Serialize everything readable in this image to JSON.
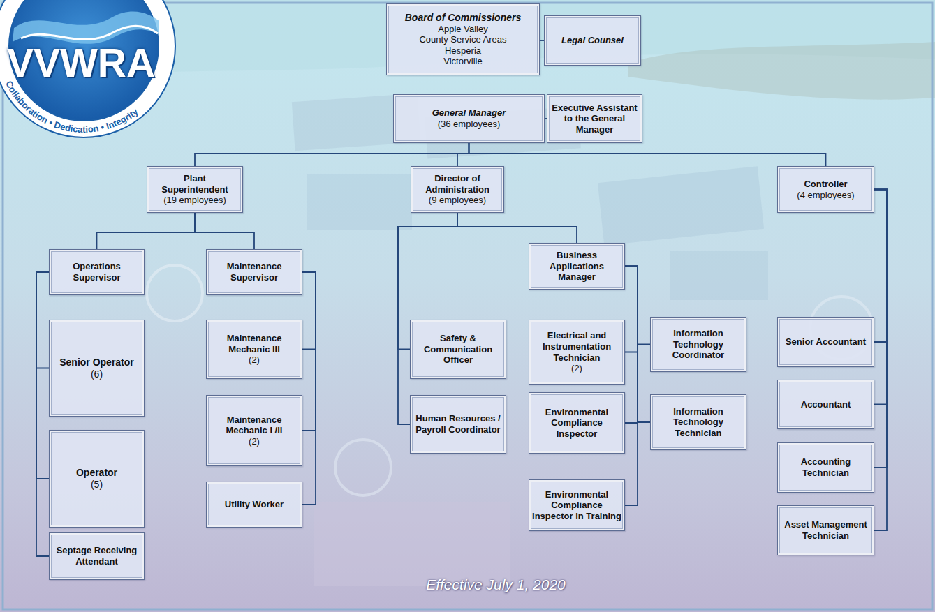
{
  "diagram": {
    "caption": "Effective July 1, 2020",
    "nodes": [
      {
        "text": [
          "Board of Commissioners",
          "Apple Valley",
          "County Service Areas",
          "Hesperia",
          "Victorville"
        ]
      },
      {
        "text": [
          "Legal Counsel"
        ]
      },
      {
        "text": [
          "General Manager",
          "(36 employees)"
        ]
      },
      {
        "text": [
          "Executive Assistant to the General Manager"
        ]
      },
      {
        "text": [
          "Plant Superintendent",
          "(19 employees)"
        ]
      },
      {
        "text": [
          "Director of Administration",
          "(9 employees)"
        ]
      },
      {
        "text": [
          "Controller",
          "(4 employees)"
        ]
      },
      {
        "text": [
          "Operations Supervisor"
        ]
      },
      {
        "text": [
          "Maintenance Supervisor"
        ]
      },
      {
        "text": [
          "Business Applications Manager"
        ]
      },
      {
        "text": [
          "Senior Operator",
          "(6)"
        ]
      },
      {
        "text": [
          "Maintenance Mechanic III",
          "(2)"
        ]
      },
      {
        "text": [
          "Safety & Communication Officer"
        ]
      },
      {
        "text": [
          "Electrical and Instrumentation Technician",
          "(2)"
        ]
      },
      {
        "text": [
          "Information Technology Coordinator"
        ]
      },
      {
        "text": [
          "Senior Accountant"
        ]
      },
      {
        "text": [
          "Operator",
          "(5)"
        ]
      },
      {
        "text": [
          "Maintenance Mechanic I /II",
          "(2)"
        ]
      },
      {
        "text": [
          "Human Resources / Payroll Coordinator"
        ]
      },
      {
        "text": [
          "Environmental Compliance Inspector"
        ]
      },
      {
        "text": [
          "Information Technology Technician"
        ]
      },
      {
        "text": [
          "Accountant"
        ]
      },
      {
        "text": [
          "Accounting Technician"
        ]
      },
      {
        "text": [
          "Environmental Compliance Inspector in Training"
        ]
      },
      {
        "text": [
          "Utility Worker"
        ]
      },
      {
        "text": [
          "Asset Management Technician"
        ]
      },
      {
        "text": [
          "Septage Receiving Attendant"
        ]
      }
    ],
    "edges": [
      {
        "from": 0,
        "to": 1,
        "arrow": "none"
      },
      {
        "from": 2,
        "to": 3,
        "arrow": "none"
      },
      {
        "from": 2,
        "to": 4,
        "arrow": "none"
      },
      {
        "from": 2,
        "to": 5,
        "arrow": "none"
      },
      {
        "from": 2,
        "to": 6,
        "arrow": "none"
      },
      {
        "from": 4,
        "to": 7,
        "arrow": "none"
      },
      {
        "from": 4,
        "to": 8,
        "arrow": "none"
      },
      {
        "from": 7,
        "to": 10,
        "arrow": "none"
      },
      {
        "from": 7,
        "to": 16,
        "arrow": "none"
      },
      {
        "from": 7,
        "to": 26,
        "arrow": "none"
      },
      {
        "from": 8,
        "to": 11,
        "arrow": "none"
      },
      {
        "from": 8,
        "to": 17,
        "arrow": "none"
      },
      {
        "from": 8,
        "to": 24,
        "arrow": "none"
      },
      {
        "from": 5,
        "to": 12,
        "arrow": "none"
      },
      {
        "from": 5,
        "to": 18,
        "arrow": "none"
      },
      {
        "from": 5,
        "to": 9,
        "arrow": "none"
      },
      {
        "from": 9,
        "to": 13,
        "arrow": "none"
      },
      {
        "from": 9,
        "to": 19,
        "arrow": "none"
      },
      {
        "from": 9,
        "to": 23,
        "arrow": "none"
      },
      {
        "from": 9,
        "to": 14,
        "arrow": "none"
      },
      {
        "from": 9,
        "to": 20,
        "arrow": "none"
      },
      {
        "from": 6,
        "to": 15,
        "arrow": "none"
      },
      {
        "from": 6,
        "to": 21,
        "arrow": "none"
      },
      {
        "from": 6,
        "to": 22,
        "arrow": "none"
      },
      {
        "from": 6,
        "to": 25,
        "arrow": "none"
      }
    ],
    "labels": [
      "VVWRA",
      "Victorville",
      "Collaboration • Dedication • Integrity"
    ]
  }
}
